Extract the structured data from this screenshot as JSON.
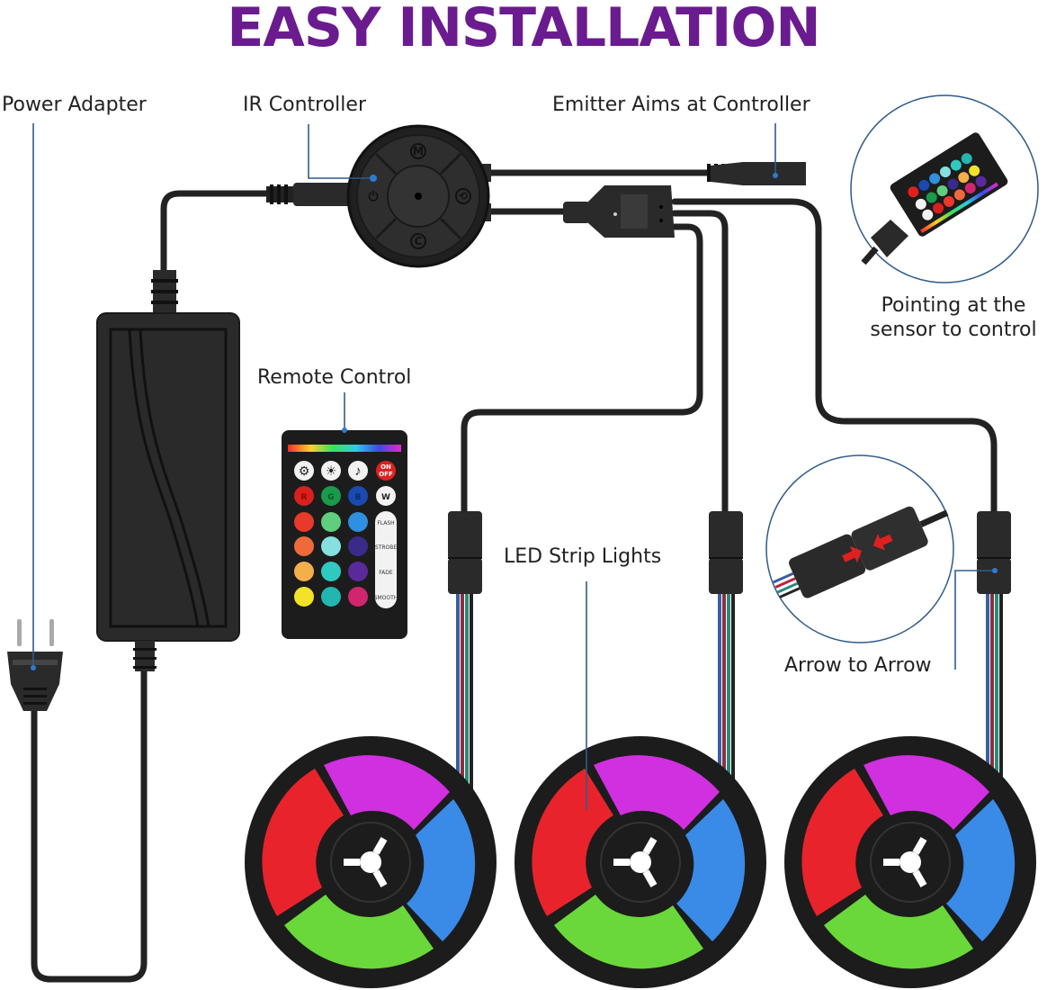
{
  "title": "EASY INSTALLATION",
  "colors": {
    "title": "#6a1b8f",
    "leader_line": "#2f5b8a",
    "cable": "#222222",
    "device": "#2a2a2a"
  },
  "labels": {
    "power_adapter": "Power Adapter",
    "ir_controller": "IR Controller",
    "emitter": "Emitter Aims at Controller",
    "pointing_line1": "Pointing at the",
    "pointing_line2": "sensor to control",
    "remote_control": "Remote Control",
    "led_strip_lights": "LED Strip Lights",
    "arrow_to_arrow": "Arrow to Arrow"
  },
  "ir_controller": {
    "buttons": [
      "M",
      "⟲",
      "C",
      "⏻"
    ]
  },
  "remote": {
    "top_row": [
      {
        "icon": "brightness-down-icon",
        "glyph": "⚙"
      },
      {
        "icon": "brightness-up-icon",
        "glyph": "☀"
      },
      {
        "icon": "music-note-icon",
        "glyph": "♪"
      },
      {
        "icon": "power-icon",
        "glyph": "ON\nOFF"
      }
    ],
    "rgbw": [
      "R",
      "G",
      "B",
      "W"
    ],
    "color_rows": [
      [
        "#e8392b",
        "#5fcf7f",
        "#2f8fe0"
      ],
      [
        "#ef6a3a",
        "#86e0e0",
        "#3a2a8a"
      ],
      [
        "#f3b04a",
        "#2fc9c0",
        "#5a2a9a"
      ],
      [
        "#f2e22a",
        "#23b6b0",
        "#d0266f"
      ]
    ],
    "mode_buttons": [
      "FLASH",
      "STROBE",
      "FADE",
      "SMOOTH"
    ]
  },
  "reels": [
    {
      "segments": [
        "#e8232b",
        "#d030e0",
        "#3a7fe8",
        "#5fd84a"
      ]
    },
    {
      "segments": [
        "#e8232b",
        "#d030e0",
        "#3a7fe8",
        "#5fd84a"
      ]
    },
    {
      "segments": [
        "#e8232b",
        "#d030e0",
        "#3a7fe8",
        "#5fd84a"
      ]
    }
  ]
}
